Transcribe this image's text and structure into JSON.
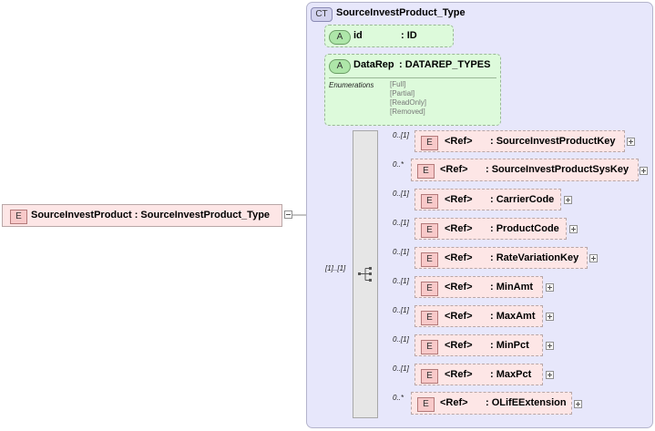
{
  "root_element": {
    "badge": "E",
    "label": "SourceInvestProduct : SourceInvestProduct_Type"
  },
  "complex_type": {
    "badge": "CT",
    "name": "SourceInvestProduct_Type"
  },
  "attributes": [
    {
      "badge": "A",
      "name": "id",
      "type": ": ID"
    },
    {
      "badge": "A",
      "name": "DataRep",
      "type": ": DATAREP_TYPES",
      "enumerations_label": "Enumerations",
      "enumerations": [
        "[Full]",
        "[Partial]",
        "[ReadOnly]",
        "[Removed]"
      ]
    }
  ],
  "sequence": {
    "cardinality": "[1]..[1]"
  },
  "children": [
    {
      "card": "0..[1]",
      "badge": "E",
      "ref": "<Ref>",
      "name": ": SourceInvestProductKey"
    },
    {
      "card": "0..*",
      "badge": "E",
      "ref": "<Ref>",
      "name": ": SourceInvestProductSysKey"
    },
    {
      "card": "0..[1]",
      "badge": "E",
      "ref": "<Ref>",
      "name": ": CarrierCode"
    },
    {
      "card": "0..[1]",
      "badge": "E",
      "ref": "<Ref>",
      "name": ": ProductCode"
    },
    {
      "card": "0..[1]",
      "badge": "E",
      "ref": "<Ref>",
      "name": ": RateVariationKey"
    },
    {
      "card": "0..[1]",
      "badge": "E",
      "ref": "<Ref>",
      "name": ": MinAmt"
    },
    {
      "card": "0..[1]",
      "badge": "E",
      "ref": "<Ref>",
      "name": ": MaxAmt"
    },
    {
      "card": "0..[1]",
      "badge": "E",
      "ref": "<Ref>",
      "name": ": MinPct"
    },
    {
      "card": "0..[1]",
      "badge": "E",
      "ref": "<Ref>",
      "name": ": MaxPct"
    },
    {
      "card": "0..*",
      "badge": "E",
      "ref": "<Ref>",
      "name": ": OLifEExtension"
    }
  ]
}
